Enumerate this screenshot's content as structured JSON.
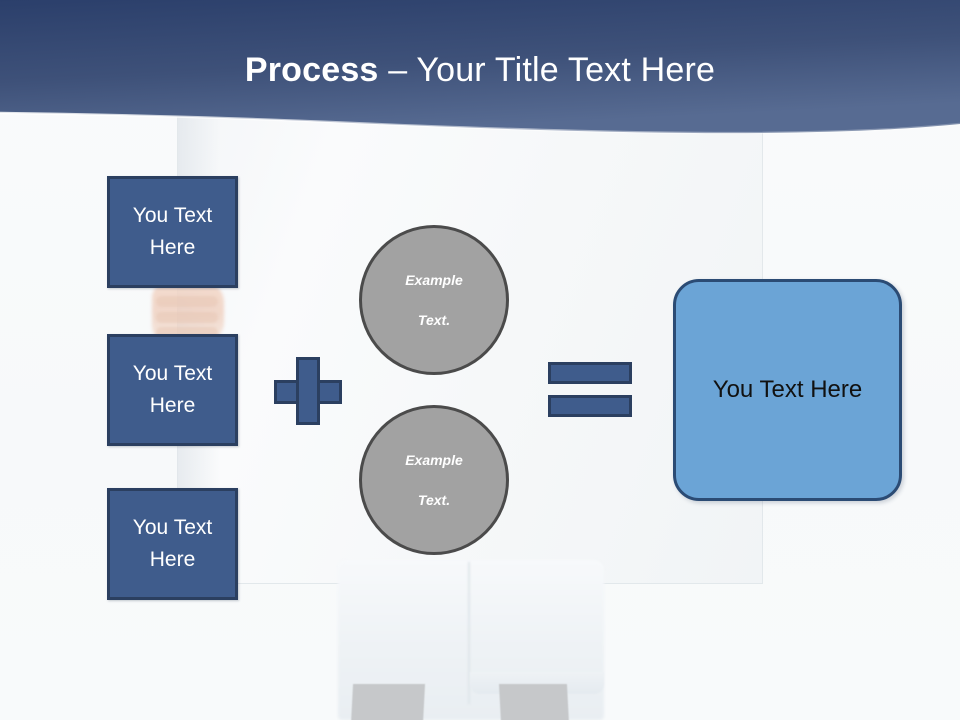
{
  "slide": {
    "title": {
      "bold_part": "Process",
      "rest_part": " – Your Title Text Here",
      "full": "Process – Your Title Text Here"
    }
  },
  "colors": {
    "header_top": "#2b3f6b",
    "header_bottom": "#54688e",
    "box_fill": "#3f5c8c",
    "box_border": "#2b3f60",
    "circle_fill": "#a2a2a2",
    "circle_border": "#4b4b4b",
    "result_fill": "#6ba4d6",
    "result_border": "#2b4b74",
    "slide_background": "#fbfcfd",
    "title_text": "#ffffff",
    "result_text": "#111111"
  },
  "inputs": {
    "boxes": [
      {
        "line1": "You Text",
        "line2": "Here"
      },
      {
        "line1": "You Text",
        "line2": "Here"
      },
      {
        "line1": "You Text",
        "line2": "Here"
      }
    ]
  },
  "operators": {
    "plus": "+",
    "equals": "="
  },
  "circles": [
    {
      "line1": "Example",
      "line2": "Text."
    },
    {
      "line1": "Example",
      "line2": "Text."
    }
  ],
  "result": {
    "label": "You Text Here"
  },
  "background": {
    "description": "faded photo of a person in a lab coat holding a blank whiteboard"
  }
}
